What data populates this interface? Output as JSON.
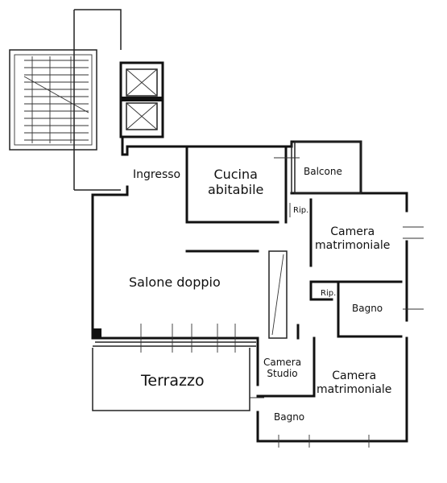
{
  "rooms": {
    "ingresso": "Ingresso",
    "cucina_line1": "Cucina",
    "cucina_line2": "abitabile",
    "balcone": "Balcone",
    "rip_top": "Rip.",
    "camera1_line1": "Camera",
    "camera1_line2": "matrimoniale",
    "salone": "Salone doppio",
    "rip_mid": "Rip.",
    "bagno1": "Bagno",
    "terrazzo": "Terrazzo",
    "studio_line1": "Camera",
    "studio_line2": "Studio",
    "camera2_line1": "Camera",
    "camera2_line2": "matrimoniale",
    "bagno2": "Bagno"
  }
}
